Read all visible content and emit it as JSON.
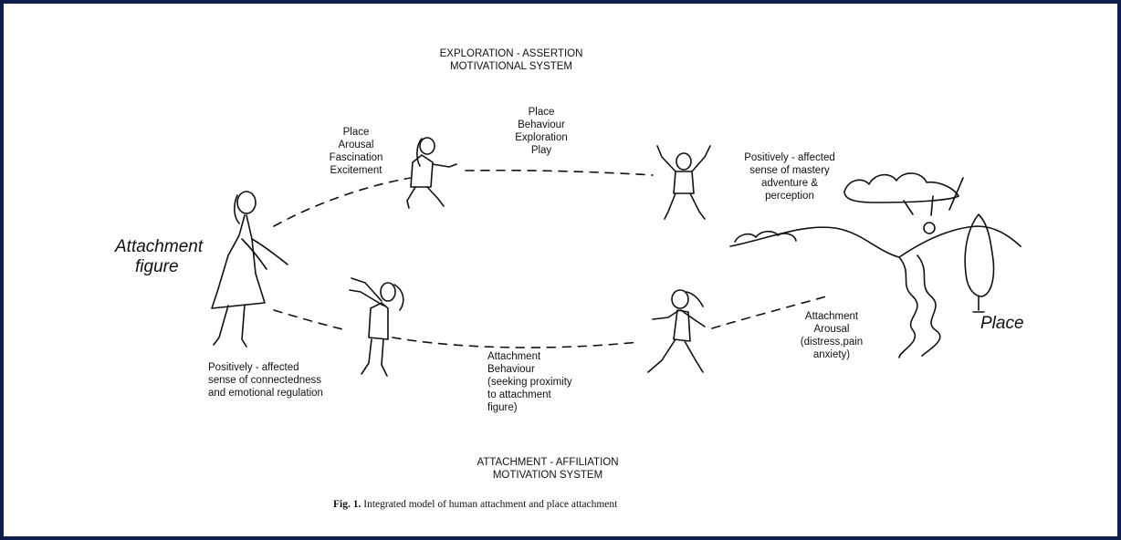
{
  "top_system": {
    "line1": "EXPLORATION - ASSERTION",
    "line2": "MOTIVATIONAL SYSTEM"
  },
  "bottom_system": {
    "line1": "ATTACHMENT - AFFILIATION",
    "line2": "MOTIVATION SYSTEM"
  },
  "place_arousal": {
    "title1": "Place",
    "title2": "Arousal",
    "line1": "Fascination",
    "line2": "Excitement"
  },
  "place_behaviour": {
    "title1": "Place",
    "title2": "Behaviour",
    "line1": "Exploration",
    "line2": "Play"
  },
  "place_effect": {
    "line1": "Positively - affected",
    "line2": "sense of mastery",
    "line3": "adventure &",
    "line4": "perception"
  },
  "attachment_figure": {
    "line1": "Attachment",
    "line2": "figure"
  },
  "place_label": "Place",
  "attachment_effect": {
    "line1": "Positively - affected",
    "line2": "sense of connectedness",
    "line3": "and emotional regulation"
  },
  "attachment_behaviour": {
    "title1": "Attachment",
    "title2": "Behaviour",
    "line1": "(seeking proximity",
    "line2": "to attachment",
    "line3": "figure)"
  },
  "attachment_arousal": {
    "title1": "Attachment",
    "title2": "Arousal",
    "line1": "(distress,pain",
    "line2": "anxiety)"
  },
  "caption": {
    "prefix": "Fig. 1.",
    "text": "Integrated model of human attachment and place attachment"
  },
  "colors": {
    "frame": "#0d1f4a",
    "ink": "#111111"
  }
}
